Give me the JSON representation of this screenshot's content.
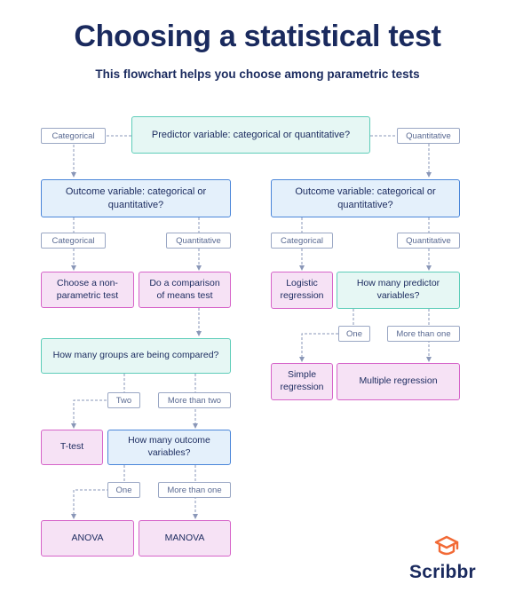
{
  "header": {
    "title": "Choosing a statistical test",
    "subtitle": "This flowchart helps you choose among parametric tests"
  },
  "nodes": {
    "predictor": "Predictor variable: categorical or quantitative?",
    "outcome_left": "Outcome variable: categorical or quantitative?",
    "outcome_right": "Outcome variable: categorical or quantitative?",
    "nonparametric": "Choose a non-parametric test",
    "comparison_means": "Do a comparison of means test",
    "logistic": "Logistic regression",
    "how_many_predictors": "How many predictor variables?",
    "how_many_groups": "How many groups are being compared?",
    "simple_regression": "Simple regression",
    "multiple_regression": "Multiple regression",
    "ttest": "T-test",
    "how_many_outcome": "How many outcome variables?",
    "anova": "ANOVA",
    "manova": "MANOVA"
  },
  "labels": {
    "categorical": "Categorical",
    "quantitative": "Quantitative",
    "one": "One",
    "two": "Two",
    "more_than_one": "More than one",
    "more_than_two": "More than two"
  },
  "colors": {
    "navy": "#1a2a5e",
    "teal_border": "#5ecdb9",
    "blue_border": "#4a86d9",
    "pink_border": "#d664c9",
    "connector": "#8a97b8",
    "logo_orange": "#f26a36"
  },
  "brand": {
    "name": "Scribbr"
  }
}
